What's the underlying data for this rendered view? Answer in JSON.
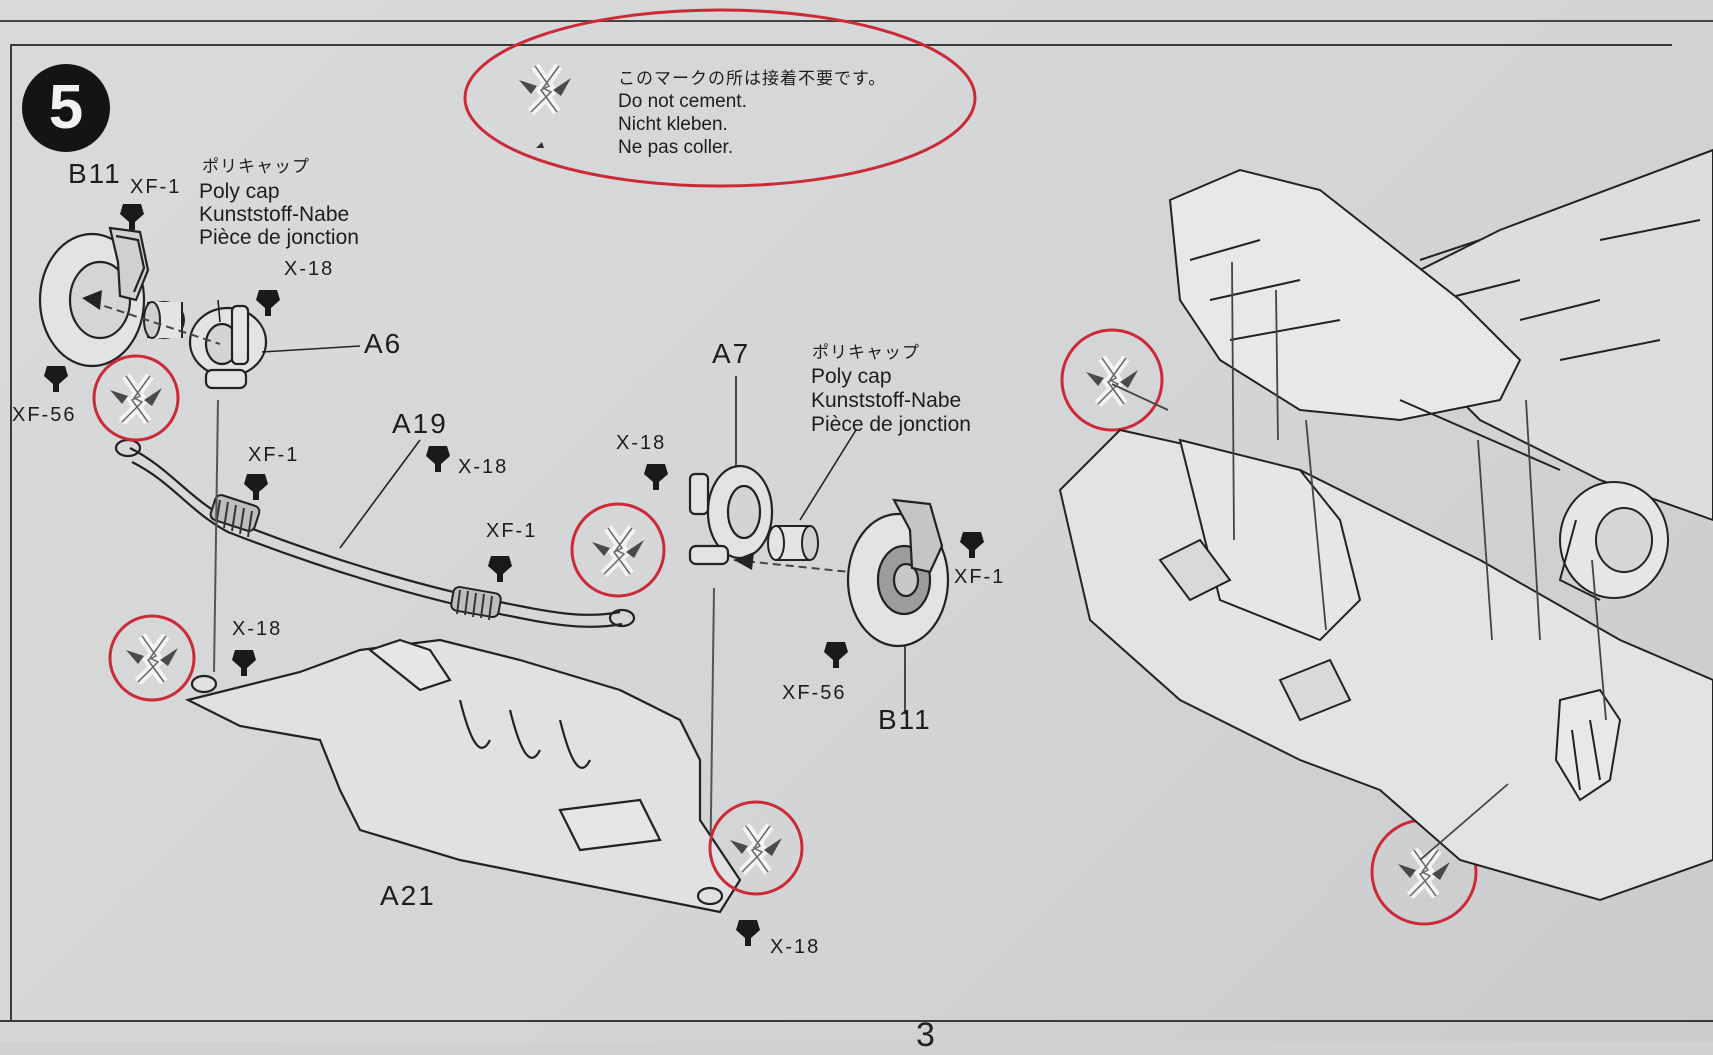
{
  "step": {
    "number": "5"
  },
  "legend": {
    "japanese": "このマークの所は接着不要です。",
    "english": "Do not cement.",
    "german": "Nicht kleben.",
    "french": "Ne pas coller.",
    "symbol": "do-not-cement-icon"
  },
  "poly_cap_label": {
    "japanese": "ポリキャップ",
    "english": "Poly cap",
    "german": "Kunststoff-Nabe",
    "french": "Pièce de jonction"
  },
  "parts": {
    "b11": "B11",
    "a6": "A6",
    "a7": "A7",
    "a19": "A19",
    "a21": "A21"
  },
  "paints": {
    "xf1": "XF-1",
    "x18": "X-18",
    "xf56": "XF-56"
  },
  "page_number": "3",
  "colors": {
    "cement_mark": "#cc2a36",
    "ink": "#1d1d1f",
    "paper": "#d6d8d9"
  }
}
